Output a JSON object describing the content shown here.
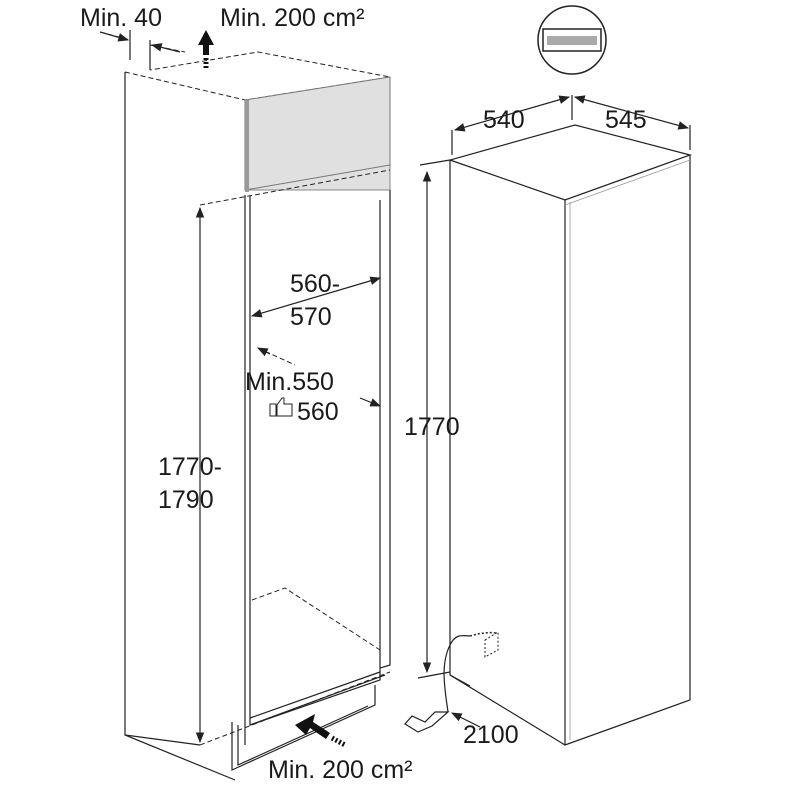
{
  "labels": {
    "top_gap": "Min. 40",
    "top_vent": "Min. 200 cm²",
    "bottom_vent": "Min. 200 cm²",
    "niche_width_a": "560-",
    "niche_width_b": "570",
    "niche_depth_min": "Min.550",
    "niche_depth_recommended": "560",
    "niche_height_a": "1770-",
    "niche_height_b": "1790",
    "appliance_height": "1770",
    "appliance_width": "540",
    "appliance_depth": "545",
    "cable_length": "2100"
  },
  "colors": {
    "panel": "#e0e0e0",
    "panel_edge": "#999999",
    "line": "#222222"
  },
  "icons": [
    "built-in-appliance-icon",
    "thumbs-up-icon",
    "plug-icon",
    "socket-icon",
    "vent-arrow-icon"
  ]
}
